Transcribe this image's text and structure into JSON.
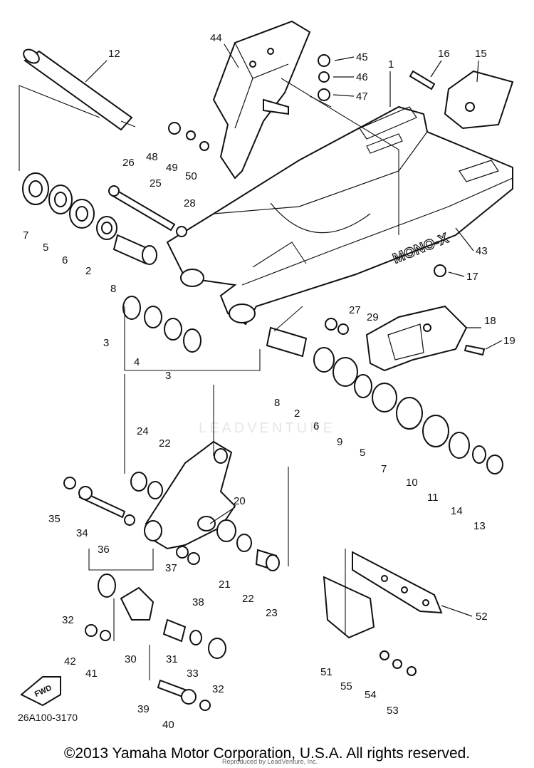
{
  "diagram": {
    "part_labels": [
      "12",
      "44",
      "45",
      "46",
      "47",
      "1",
      "16",
      "15",
      "48",
      "49",
      "50",
      "26",
      "25",
      "28",
      "7",
      "5",
      "6",
      "2",
      "8",
      "43",
      "17",
      "3",
      "4",
      "3",
      "27",
      "29",
      "18",
      "19",
      "8",
      "2",
      "6",
      "9",
      "5",
      "7",
      "10",
      "11",
      "14",
      "13",
      "24",
      "22",
      "20",
      "35",
      "34",
      "36",
      "37",
      "38",
      "21",
      "22",
      "23",
      "52",
      "32",
      "30",
      "31",
      "42",
      "41",
      "33",
      "32",
      "51",
      "55",
      "54",
      "53",
      "39",
      "40"
    ],
    "catalog_code": "26A100-3170",
    "fwd_label": "FWD",
    "brand_marking": "MONO-X",
    "watermark": "LEADVENTURE"
  },
  "footer": {
    "copyright": "©2013 Yamaha Motor Corporation, U.S.A. All rights reserved.",
    "reproduced": "Reproduced by LeadVenture, Inc."
  }
}
